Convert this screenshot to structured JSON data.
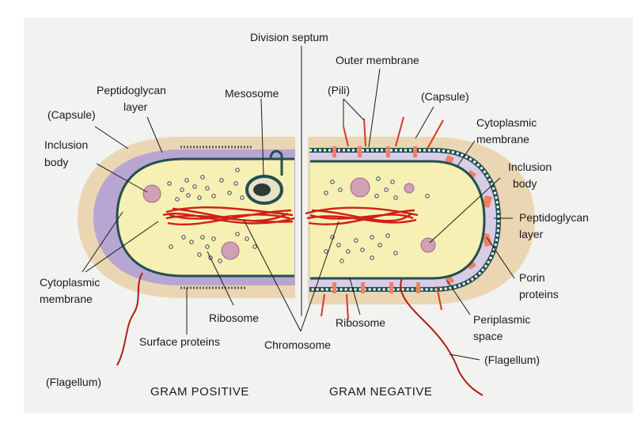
{
  "diagram": {
    "left_cell": {
      "caption": "GRAM POSITIVE",
      "labels": {
        "capsule": "(Capsule)",
        "peptidoglycan_1": "Peptidoglycan",
        "peptidoglycan_2": "layer",
        "inclusion_1": "Inclusion",
        "inclusion_2": "body",
        "mesosome": "Mesosome",
        "cytoplasmic_1": "Cytoplasmic",
        "cytoplasmic_2": "membrane",
        "ribosome": "Ribosome",
        "surface_proteins": "Surface proteins",
        "flagellum": "(Flagellum)"
      }
    },
    "right_cell": {
      "caption": "GRAM NEGATIVE",
      "labels": {
        "outer_membrane": "Outer membrane",
        "pili": "(Pili)",
        "capsule": "(Capsule)",
        "cytoplasmic_1": "Cytoplasmic",
        "cytoplasmic_2": "membrane",
        "inclusion_1": "Inclusion",
        "inclusion_2": "body",
        "peptidoglycan_1": "Peptidoglycan",
        "peptidoglycan_2": "layer",
        "porin_1": "Porin",
        "porin_2": "proteins",
        "periplasmic_1": "Periplasmic",
        "periplasmic_2": "space",
        "ribosome": "Ribosome",
        "flagellum": "(Flagellum)"
      }
    },
    "shared_labels": {
      "division_septum": "Division septum",
      "chromosome": "Chromosome"
    },
    "colors": {
      "panel_background": "#f2f2f0",
      "capsule": "#ead6b2",
      "peptidoglycan": "#b7a6d2",
      "cytoplasm": "#f6f0b5",
      "membrane": "#234f4f",
      "chromosome": "#d11f17",
      "inclusion_body": "#cfa0b6",
      "porin": "#ef7f63",
      "flagellum": "#b01e16"
    }
  }
}
